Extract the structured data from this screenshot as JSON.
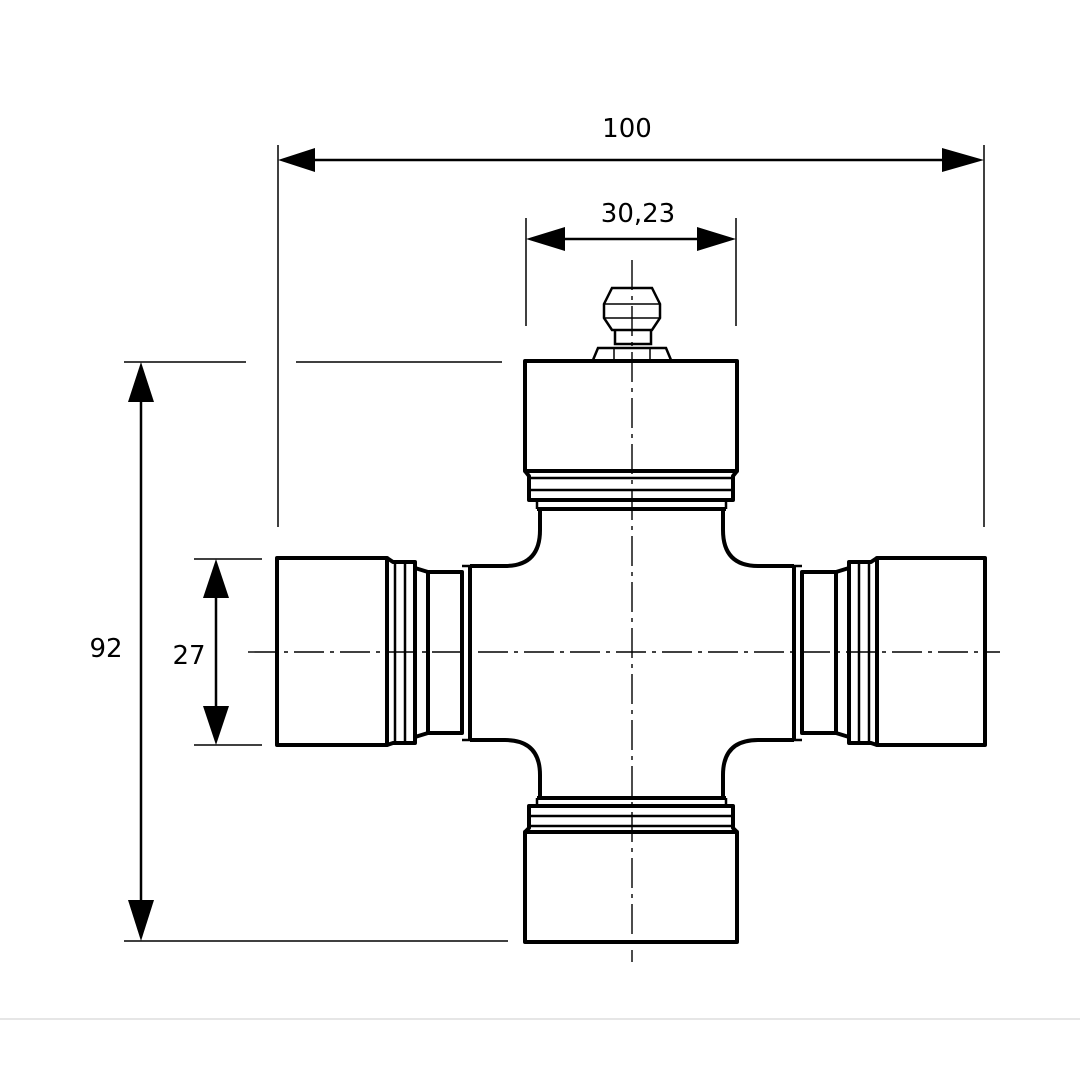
{
  "dimensions": {
    "overall_width": "100",
    "cap_diameter": "30,23",
    "overall_height": "92",
    "cap_width": "27"
  }
}
